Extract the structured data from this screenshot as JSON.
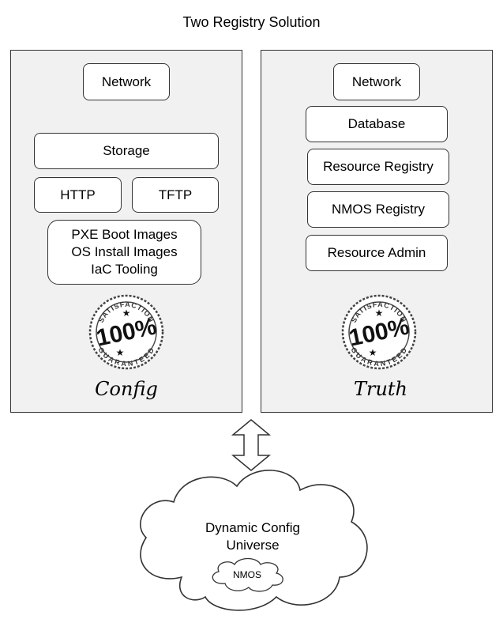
{
  "title": "Two Registry Solution",
  "config_panel": {
    "network": "Network",
    "storage": "Storage",
    "http": "HTTP",
    "tftp": "TFTP",
    "images_lines": [
      "PXE Boot Images",
      "OS Install Images",
      "IaC Tooling"
    ],
    "caption": "Config"
  },
  "truth_panel": {
    "network": "Network",
    "database": "Database",
    "resource_registry": "Resource Registry",
    "nmos_registry": "NMOS Registry",
    "resource_admin": "Resource Admin",
    "caption": "Truth"
  },
  "stamp": {
    "top_text": "SATISFACTION",
    "center_text": "100%",
    "bottom_text": "GUARANTEED"
  },
  "cloud": {
    "lines": [
      "Dynamic Config",
      "Universe"
    ],
    "small_label": "NMOS"
  }
}
